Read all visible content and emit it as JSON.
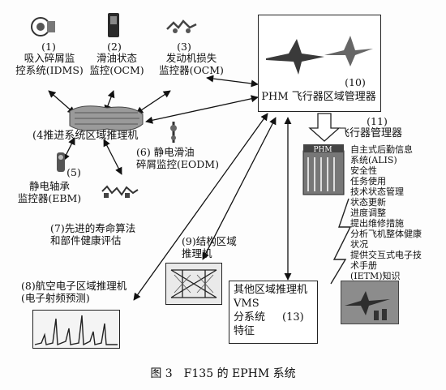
{
  "nodes": {
    "n1_num": "(1)",
    "n1_label": "吸入碎屑监\n控系统(IDMS)",
    "n2_num": "(2)",
    "n2_label": "滑油状态\n监控(OCM)",
    "n3_num": "(3)",
    "n3_label": "发动机损失\n监控器(OCM)",
    "n4_label": "(4推进系统区域推理机",
    "n5_num": "(5)",
    "n5_label": "静电轴承\n监控器(EBM)",
    "n6_label": "(6) 静电滑油\n碎屑监控(EODM)",
    "n7_label": "(7)先进的寿命算法\n和部件健康评估",
    "n8_label": "(8)航空电子区域推理机\n(电子射频预测)",
    "n9_label": "(9)结构区域\n推理机",
    "n10_num": "(10)",
    "n10_label": "PHM 飞行器区域管理器",
    "n11_num": "(11)",
    "n11_label": "飞行器管理器",
    "n11_items": [
      "自主式后勤信息",
      "系统(ALIS)",
      "安全性",
      "任务使用",
      "技术状态管理",
      "状态更新",
      "进度调整",
      "提出维修措施",
      "分析飞机整体健康",
      "状况",
      "提供交互式电子技",
      "术手册",
      "(IETM)知识"
    ],
    "n13_line1": "其他区域推理机",
    "n13_line2": "VMS",
    "n13_line3": "分系统",
    "n13_num": "(13)",
    "n13_line4": "特征",
    "server_label": "PHM"
  },
  "caption": "图 3　F135 的 EPHM 系统"
}
